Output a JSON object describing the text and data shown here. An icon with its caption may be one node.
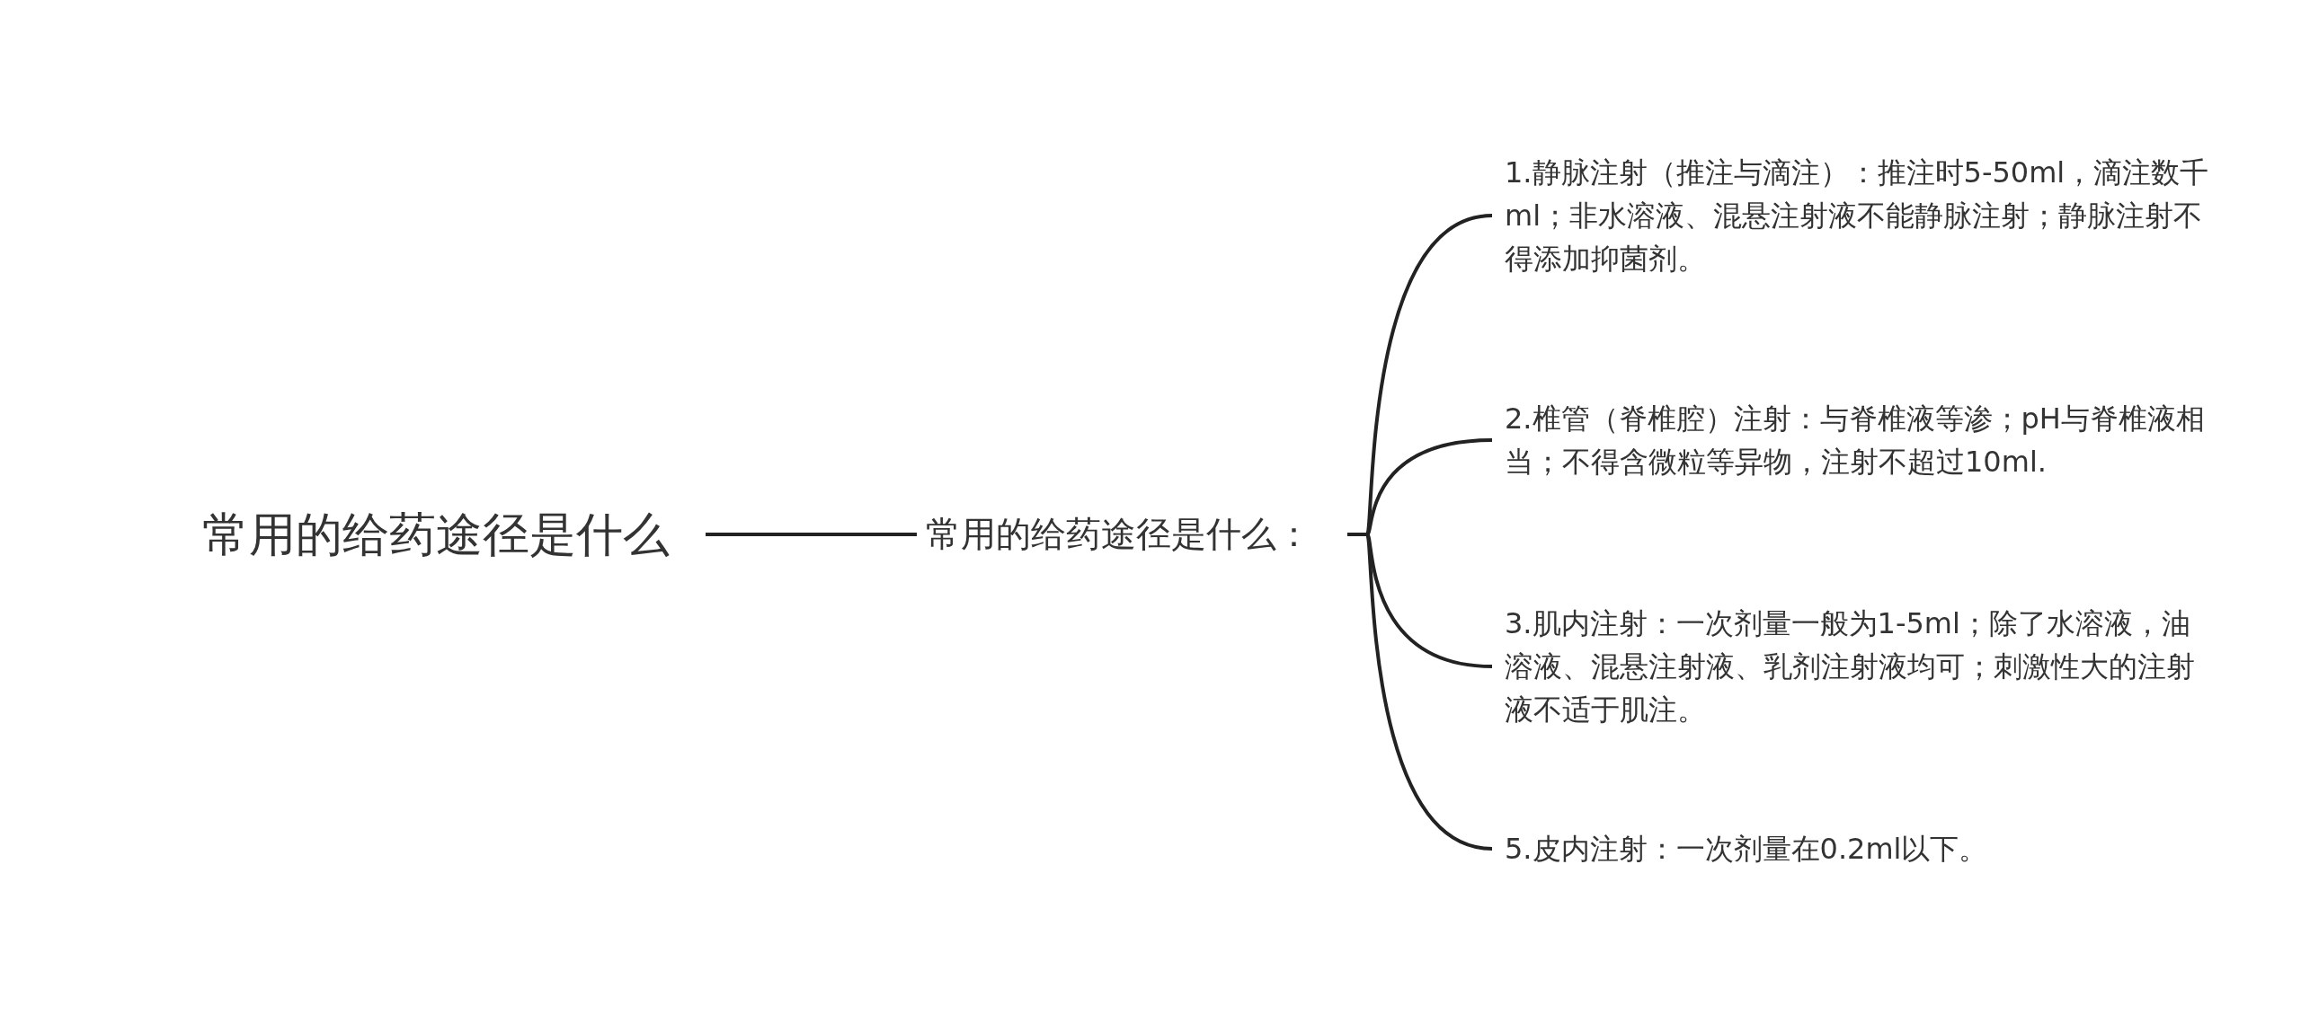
{
  "diagram": {
    "nodes": [
      {
        "text": [
          "常用的给药途径是什么"
        ]
      },
      {
        "text": [
          "常用的给药途径是什么："
        ]
      },
      {
        "text": [
          "1.静脉注射（推注与滴注）：推注时5-50ml，滴注数千ml；非水溶液、混悬注射液不能静脉注射；静脉注射不得添加抑菌剂。"
        ]
      },
      {
        "text": [
          "2.椎管（脊椎腔）注射：与脊椎液等渗；pH与脊椎液相当；不得含微粒等异物，注射不超过10ml."
        ]
      },
      {
        "text": [
          "3.肌内注射：一次剂量一般为1-5ml；除了水溶液，油溶液、混悬注射液、乳剂注射液均可；刺激性大的注射液不适于肌注。"
        ]
      },
      {
        "text": [
          "5.皮内注射：一次剂量在0.2ml以下。"
        ]
      }
    ],
    "edges": [
      {
        "from": 0,
        "to": 1,
        "arrow": "none"
      },
      {
        "from": 1,
        "to": 2,
        "arrow": "none"
      },
      {
        "from": 1,
        "to": 3,
        "arrow": "none"
      },
      {
        "from": 1,
        "to": 4,
        "arrow": "none"
      },
      {
        "from": 1,
        "to": 5,
        "arrow": "none"
      }
    ]
  }
}
